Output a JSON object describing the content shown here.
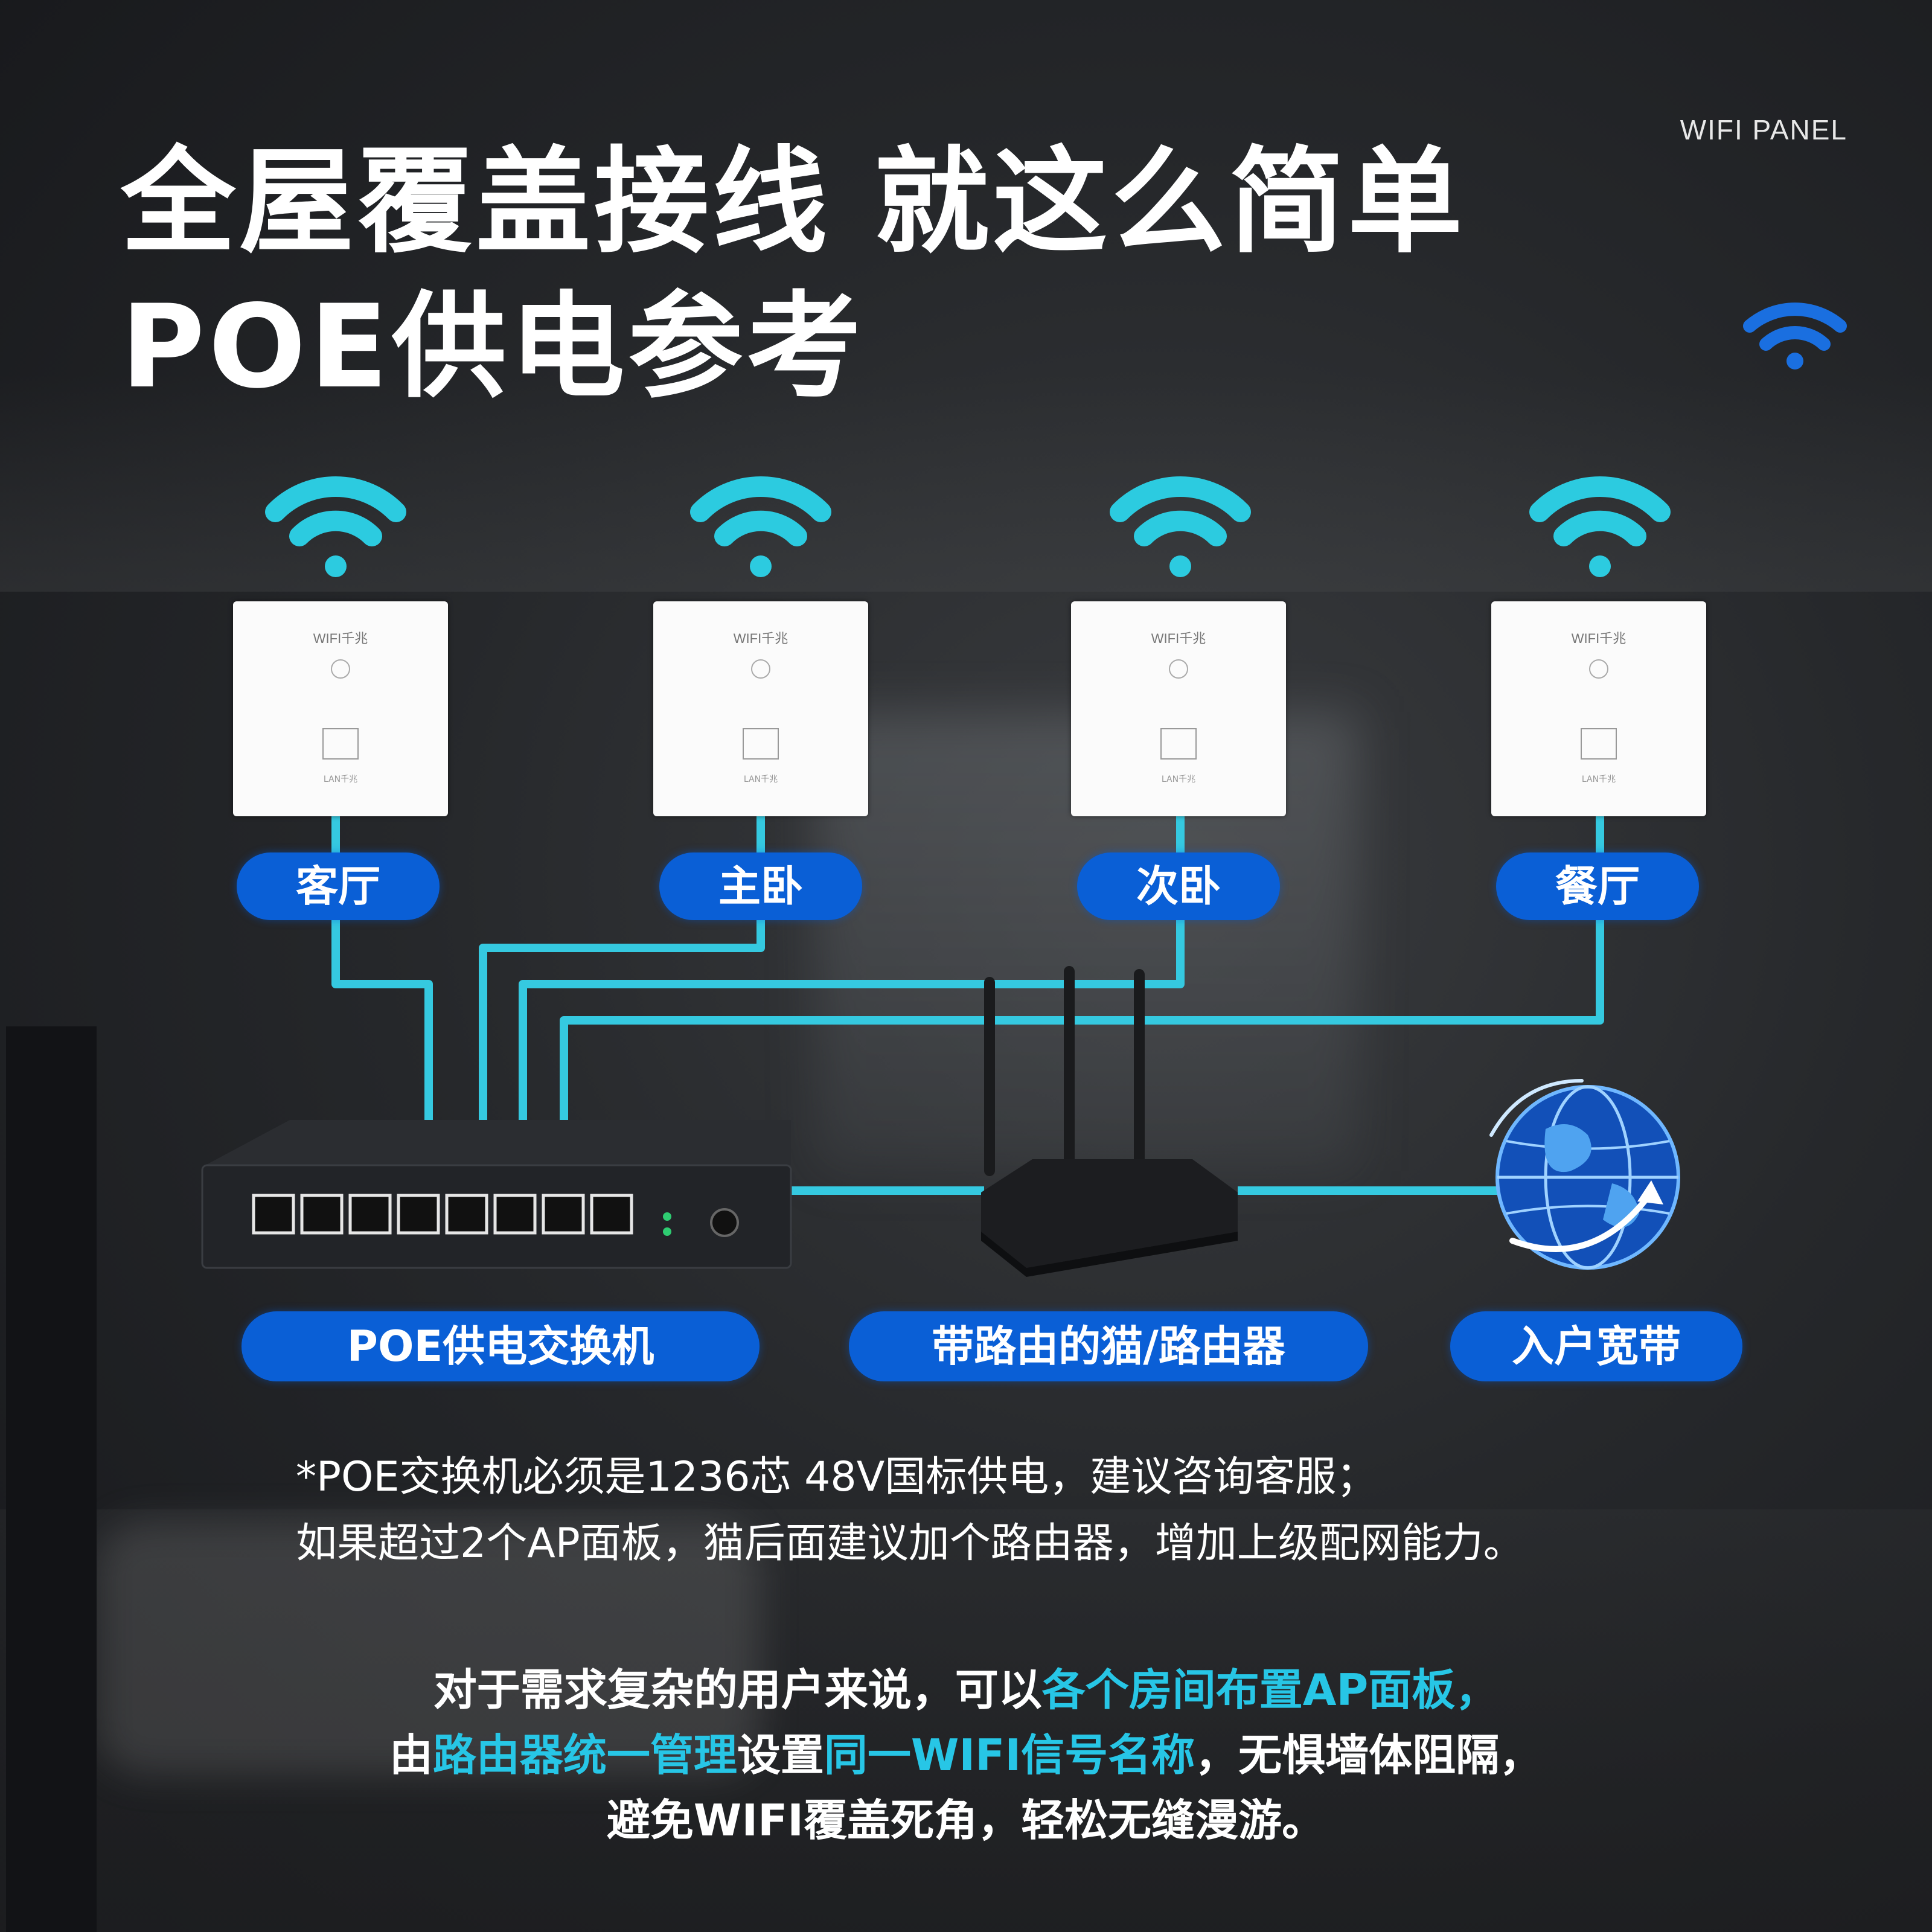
{
  "title": {
    "line1": "全屋覆盖接线 就这么简单",
    "line2": "POE供电参考"
  },
  "brand_label": "WIFI PANEL",
  "panels": [
    {
      "room": "客厅",
      "logo": "WIFI千兆",
      "port_label": "LAN千兆"
    },
    {
      "room": "主卧",
      "logo": "WIFI千兆",
      "port_label": "LAN千兆"
    },
    {
      "room": "次卧",
      "logo": "WIFI千兆",
      "port_label": "LAN千兆"
    },
    {
      "room": "餐厅",
      "logo": "WIFI千兆",
      "port_label": "LAN千兆"
    }
  ],
  "devices": {
    "switch": "POE供电交换机",
    "router": "带路由的猫/路由器",
    "broadband": "入户宽带"
  },
  "notes": {
    "line1": "*POE交换机必须是1236芯 48V国标供电，建议咨询客服；",
    "line2": "如果超过2个AP面板，猫后面建议加个路由器，增加上级配网能力。"
  },
  "description": {
    "line1_a": "对于需求复杂的用户来说，可以",
    "line1_b": "各个房间布置AP面板，",
    "line2_a": "由",
    "line2_b": "路由器统一管理",
    "line2_c": "设置",
    "line2_d": "同一WIFI信号名称",
    "line2_e": "，无惧墙体阻隔，",
    "line3": "避免WIFI覆盖死角，轻松无缝漫游。"
  },
  "colors": {
    "wifi_cyan": "#2ccbe0",
    "wifi_blue": "#1a6fe0",
    "pill_blue": "#0a5fd6",
    "cable": "#35c9e0",
    "highlight": "#27c6e6"
  },
  "icons": [
    "wifi-icon",
    "globe-icon"
  ]
}
